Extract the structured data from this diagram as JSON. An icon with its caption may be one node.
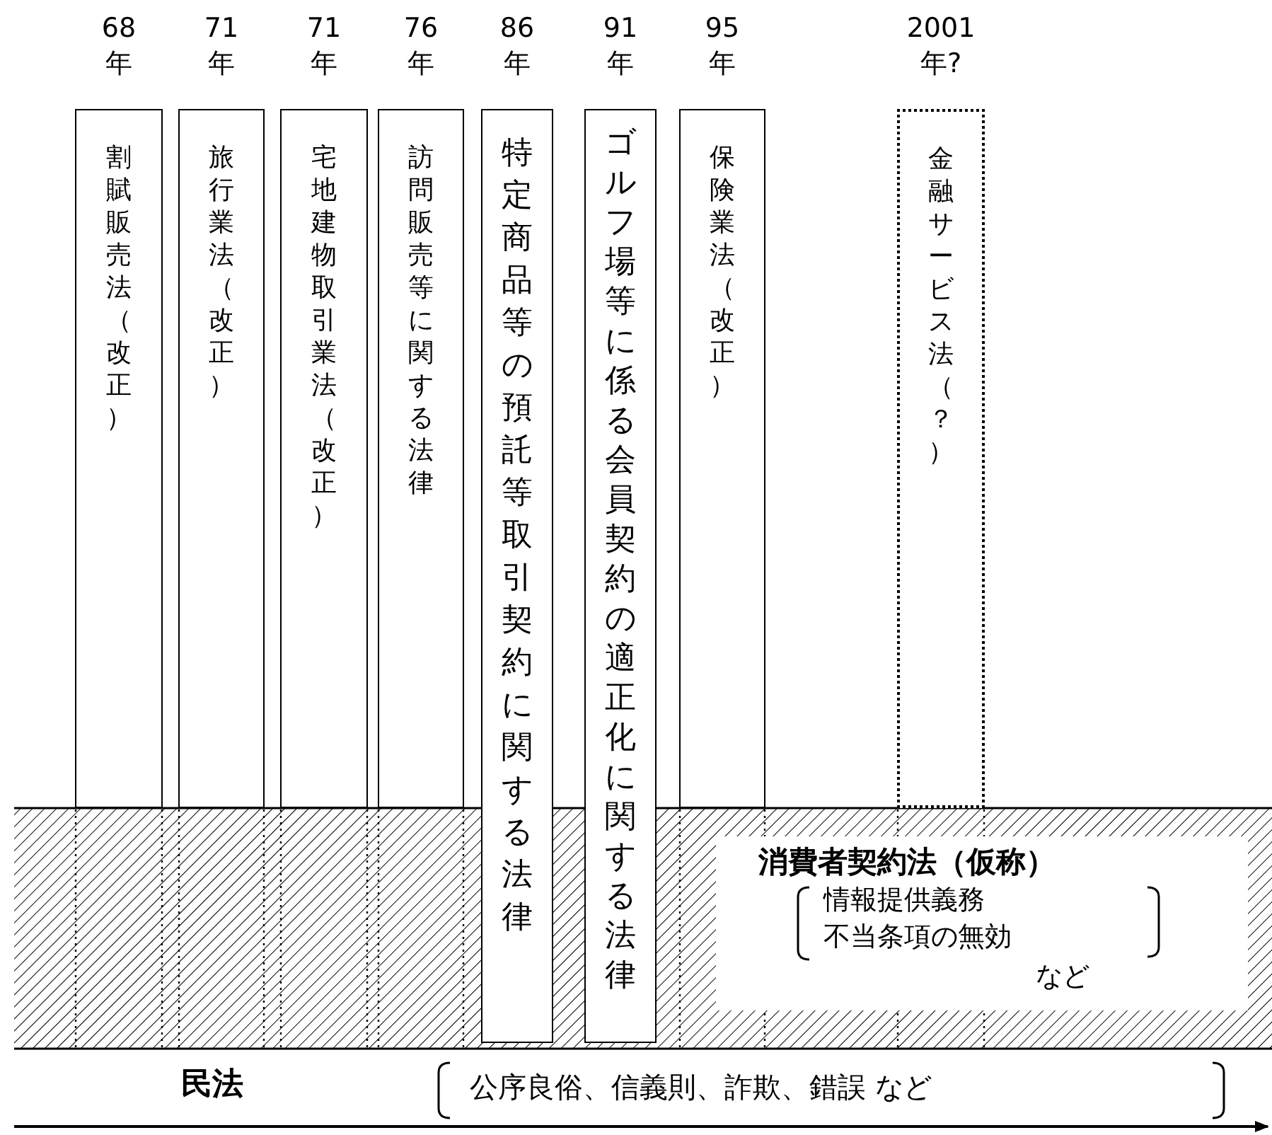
{
  "diagram": {
    "nodes": [
      {
        "text": [
          "68年",
          "割賦販売法（改正）"
        ]
      },
      {
        "text": [
          "71年",
          "旅行業法（改正）"
        ]
      },
      {
        "text": [
          "71年",
          "宅地建物取引業法（改正）"
        ]
      },
      {
        "text": [
          "76年",
          "訪問販売等に関する法律"
        ]
      },
      {
        "text": [
          "86年",
          "特定商品等の預託等取引契約に関する法律"
        ]
      },
      {
        "text": [
          "91年",
          "ゴルフ場等に係る会員契約の適正化に関する法律"
        ]
      },
      {
        "text": [
          "95年",
          "保険業法（改正）"
        ]
      },
      {
        "text": [
          "2001年?",
          "金融サービス法（？）"
        ]
      },
      {
        "text": [
          "消費者契約法（仮称）",
          "情報提供義務",
          "不当条項の無効",
          "など"
        ]
      }
    ],
    "labels": [
      "民法",
      "公序良俗、信義則、詐欺、錯誤 など"
    ]
  }
}
